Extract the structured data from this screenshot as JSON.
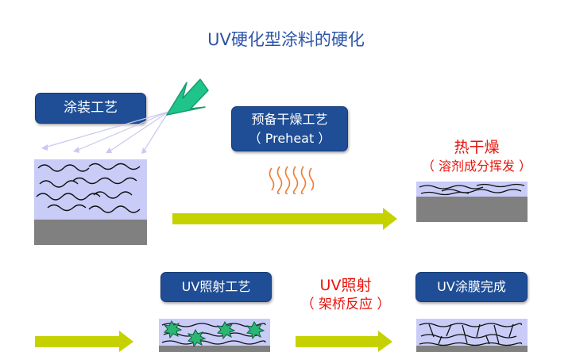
{
  "title": "UV硬化型涂料的硬化",
  "steps": {
    "coating": "涂装工艺",
    "preheat_line1": "预备干燥工艺",
    "preheat_line2": "（ Preheat ）",
    "uv_irradiation": "UV照射工艺",
    "uv_complete": "UV涂膜完成"
  },
  "annotations": {
    "hot_dry": "热干燥",
    "hot_dry_note": "（ 溶剂成分挥发 ）",
    "uv_light": "UV照射",
    "uv_light_note": "（ 架桥反应 ）"
  },
  "colors": {
    "title": "#2C54A8",
    "pill": "#1F4E96",
    "annotation_red": "#E8140C",
    "flow_arrow": "#C6D200",
    "spray_arrow": "#1FC48A",
    "coating_layer": "#C9CCF7",
    "substrate": "#808080",
    "heat_waves": "#F27A2E",
    "uv_spot": "#2BB673"
  }
}
